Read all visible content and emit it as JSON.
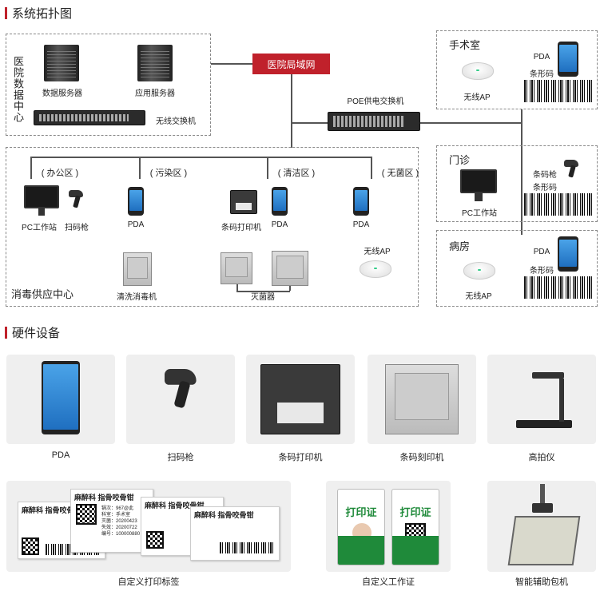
{
  "section1_title": "系统拓扑图",
  "section2_title": "硬件设备",
  "data_center": {
    "label": "医院数据中心",
    "data_server": "数据服务器",
    "app_server": "应用服务器",
    "wireless_switch": "无线交换机"
  },
  "hospital_lan": "医院局域网",
  "poe_switch": "POE供电交换机",
  "supply_center": {
    "label": "消毒供应中心",
    "zones": [
      "( 办公区 )",
      "( 污染区 )",
      "( 清洁区 )",
      "( 无菌区 )"
    ],
    "pc": "PC工作站",
    "scanner": "扫码枪",
    "pda_dirty": "PDA",
    "barcode_printer": "条码打印机",
    "pda_clean": "PDA",
    "pda_sterile": "PDA",
    "washer": "清洗消毒机",
    "sterilizer": "灭菌器",
    "wireless_ap": "无线AP"
  },
  "operating_room": {
    "label": "手术室",
    "ap": "无线AP",
    "pda": "PDA",
    "barcode": "条形码"
  },
  "clinic": {
    "label": "门诊",
    "pc": "PC工作站",
    "scanner": "条码枪",
    "barcode": "条形码"
  },
  "ward": {
    "label": "病房",
    "ap": "无线AP",
    "pda": "PDA",
    "barcode": "条形码"
  },
  "hardware": {
    "row1": [
      "PDA",
      "扫码枪",
      "条码打印机",
      "条码刻印机",
      "高拍仪"
    ],
    "row2": [
      "自定义打印标签",
      "自定义工作证",
      "智能辅助包机"
    ]
  },
  "labels": {
    "header": "麻醉科 指骨咬骨钳",
    "qr_badge_text": "打印证",
    "lines": [
      "锅次：967@此",
      "科室：手术室",
      "灭菌：20200423",
      "失效：20200722",
      "编号：100000880"
    ]
  },
  "colors": {
    "accent": "#c0212b",
    "green": "#1f8a3a"
  }
}
